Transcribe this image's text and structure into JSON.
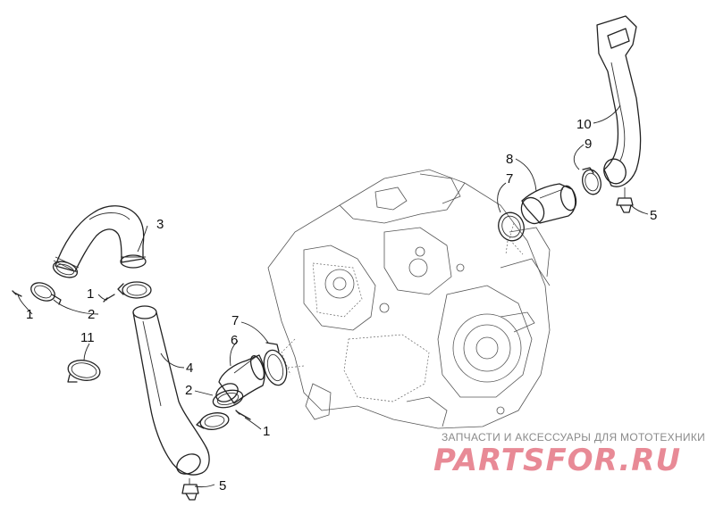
{
  "callouts": {
    "c1_left": "1",
    "c2_left": "2",
    "c1_mid": "1",
    "c3": "3",
    "c11": "11",
    "c4": "4",
    "c2_low": "2",
    "c1_low": "1",
    "c5_low": "5",
    "c7_mid": "7",
    "c6": "6",
    "c7_right": "7",
    "c8": "8",
    "c9": "9",
    "c10": "10",
    "c5_right": "5"
  },
  "watermark": {
    "tagline": "ЗАПЧАСТИ И АКСЕССУАРЫ ДЛЯ МОТОТЕХНИКИ",
    "brand": "PARTSFOR.RU"
  },
  "colors": {
    "watermark_brand": "#e88a96",
    "watermark_tagline": "#8a8a8a"
  }
}
